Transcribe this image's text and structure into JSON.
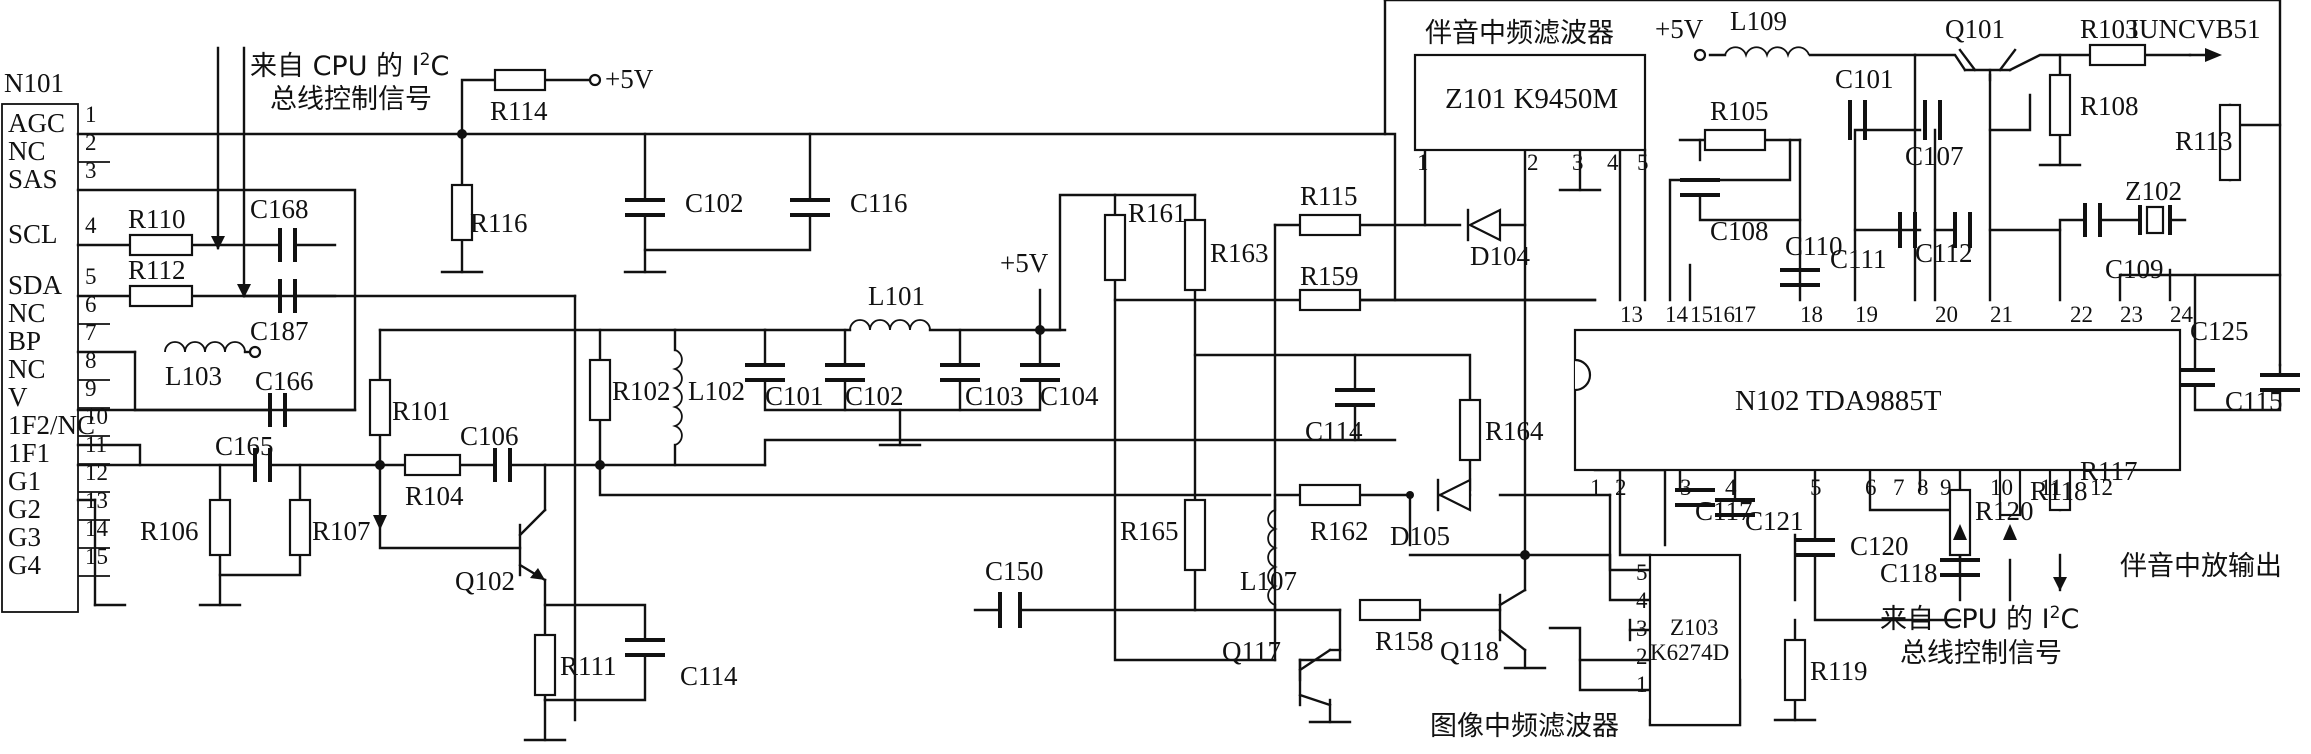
{
  "connector": {
    "name": "N101",
    "pins": [
      {
        "num": "1",
        "label": "AGC"
      },
      {
        "num": "2",
        "label": "NC"
      },
      {
        "num": "3",
        "label": "SAS"
      },
      {
        "num": "4",
        "label": "SCL"
      },
      {
        "num": "5",
        "label": "SDA"
      },
      {
        "num": "6",
        "label": "NC"
      },
      {
        "num": "7",
        "label": "BP"
      },
      {
        "num": "8",
        "label": "NC"
      },
      {
        "num": "9",
        "label": "V"
      },
      {
        "num": "10",
        "label": "1F2/NC"
      },
      {
        "num": "11",
        "label": "1F1"
      },
      {
        "num": "12",
        "label": "G1"
      },
      {
        "num": "13",
        "label": "G2"
      },
      {
        "num": "14",
        "label": "G3"
      },
      {
        "num": "15",
        "label": "G4"
      }
    ]
  },
  "annotations": {
    "i2c_in_line1": "来自 CPU 的 I",
    "i2c_sup": "2",
    "i2c_in_c": "C",
    "i2c_in_line2": "总线控制信号",
    "sound_if_filter": "伴音中频滤波器",
    "video_if_filter": "图像中频滤波器",
    "sound_if_out": "伴音中放输出",
    "vcc": "+5V",
    "output_signal": "IUNCVB51"
  },
  "ics": {
    "main": "N102 TDA9885T",
    "saw_sound": "Z101 K9450M",
    "saw_video_ref": "Z103",
    "saw_video_part": "K6274D"
  },
  "ic_pins": [
    "1",
    "2",
    "3",
    "4",
    "5",
    "6",
    "7",
    "8",
    "9",
    "10",
    "11",
    "12",
    "13",
    "14",
    "15",
    "16",
    "17",
    "18",
    "19",
    "20",
    "21",
    "22",
    "23",
    "24"
  ],
  "saw_pins": [
    "1",
    "2",
    "3",
    "4",
    "5"
  ],
  "resistors": [
    "R114",
    "R116",
    "R110",
    "R112",
    "R101",
    "R104",
    "R102",
    "R106",
    "R107",
    "R111",
    "R161",
    "R163",
    "R165",
    "R115",
    "R159",
    "R164",
    "R162",
    "R158",
    "R105",
    "R103",
    "R108",
    "R113",
    "R120",
    "R118",
    "R117",
    "R119"
  ],
  "capacitors": [
    "C102",
    "C116",
    "C168",
    "C187",
    "C166",
    "C165",
    "C106",
    "C114",
    "C101",
    "C102",
    "C103",
    "C104",
    "C114",
    "C150",
    "C108",
    "C101",
    "C107",
    "C110",
    "C111",
    "C112",
    "C109",
    "C125",
    "C115",
    "C117",
    "C121",
    "C120",
    "C118"
  ],
  "inductors": [
    "L101",
    "L102",
    "L103",
    "L107",
    "L109"
  ],
  "transistors": [
    "Q102",
    "Q117",
    "Q118",
    "Q101"
  ],
  "diodes": [
    "D104",
    "D105"
  ],
  "crystals": [
    "Z102"
  ]
}
